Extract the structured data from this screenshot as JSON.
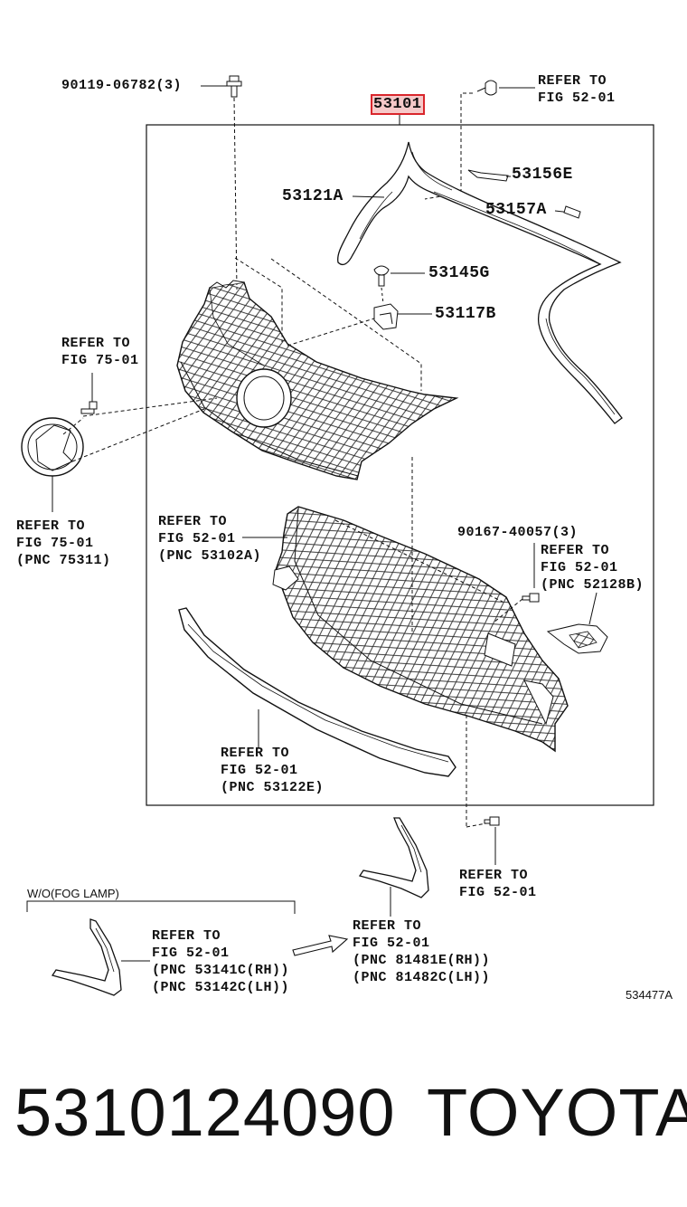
{
  "labels": {
    "bolt_top": "90119-06782(3)",
    "refer_top_right": "REFER TO\nFIG 52-01",
    "part_main": "53101",
    "part_53156e": "53156E",
    "part_53121a": "53121A",
    "part_53157a": "53157A",
    "part_53145g": "53145G",
    "part_53117b": "53117B",
    "refer_left_emblem_bolt": "REFER TO\nFIG 75-01",
    "refer_emblem": "REFER TO\nFIG 75-01\n(PNC 75311)",
    "refer_lower_grille": "REFER TO\nFIG 52-01\n(PNC 53102A)",
    "bolt_right": "90167-40057(3)",
    "refer_right_bracket": "REFER TO\nFIG 52-01\n(PNC 52128B)",
    "refer_molding": "REFER TO\nFIG 52-01\n(PNC 53122E)",
    "refer_bottom_bolt": "REFER TO\nFIG 52-01",
    "wo_fog": "W/O(FOG LAMP)",
    "refer_fog_cover": "REFER TO\nFIG 52-01\n(PNC 53141C(RH))\n(PNC 53142C(LH))",
    "refer_fog_bezel": "REFER TO\nFIG 52-01\n(PNC 81481E(RH))\n(PNC 81482C(LH))",
    "diagram_code": "534477A"
  },
  "footer": {
    "part_number": "5310124090",
    "brand": "TOYOTA"
  },
  "colors": {
    "line": "#111111",
    "highlight_border": "#d9262c",
    "highlight_fill": "#f6c9c9"
  }
}
